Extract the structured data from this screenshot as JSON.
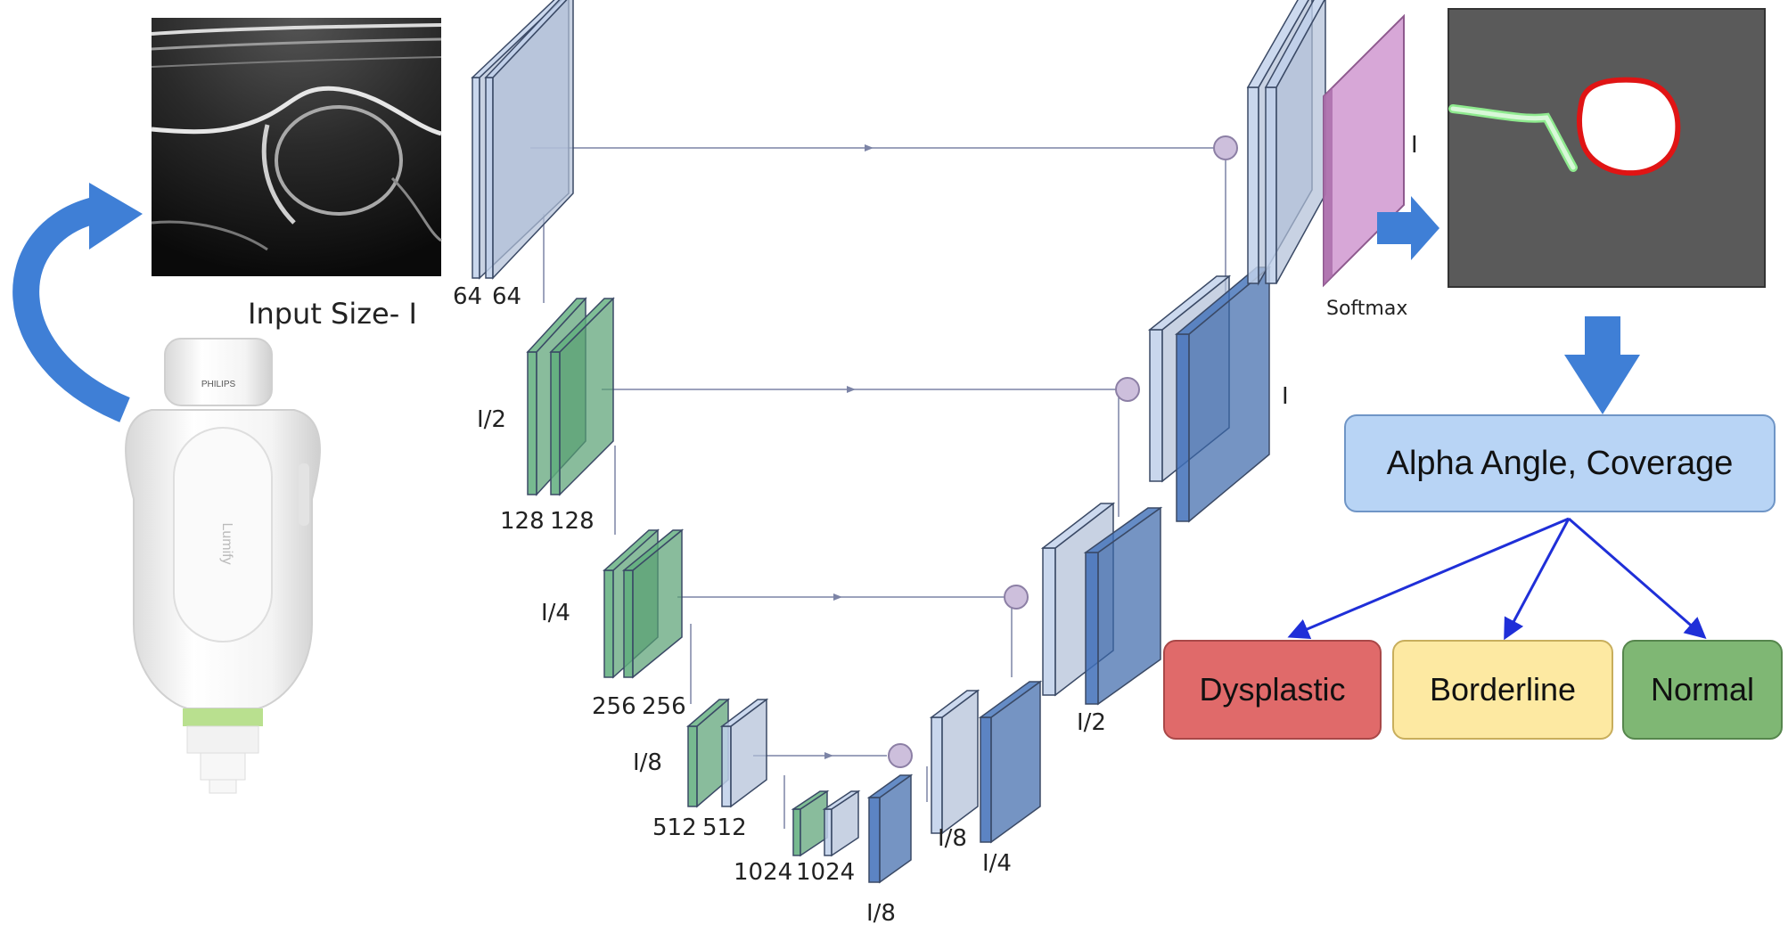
{
  "labels": {
    "input_size": "Input Size- I",
    "softmax": "Softmax",
    "enc1_ch_a": "64",
    "enc1_ch_b": "64",
    "enc2_scale": "I/2",
    "enc2_ch_a": "128",
    "enc2_ch_b": "128",
    "enc3_scale": "I/4",
    "enc3_ch_a": "256",
    "enc3_ch_b": "256",
    "enc4_scale": "I/8",
    "enc4_ch_a": "512",
    "enc4_ch_b": "512",
    "bott_ch_a": "1024",
    "bott_ch_b": "1024",
    "bott_scale": "I/8",
    "dec4_scale": "I/8",
    "dec3_scale": "I/4",
    "dec2_scale": "I/2",
    "dec1_scale": "I",
    "out_scale": "I",
    "probe_brand": "PHILIPS",
    "probe_model": "Lumify"
  },
  "boxes": {
    "metrics": "Alpha Angle, Coverage",
    "dysplastic": "Dysplastic",
    "borderline": "Borderline",
    "normal": "Normal"
  },
  "colors": {
    "feature_blue": "#bfd0ea",
    "feature_green": "#5fae7c",
    "feature_dark_blue": "#3f6fb8",
    "softmax_purple": "#c98ac9",
    "arrow_blue": "#3f7fd6",
    "link_blue": "#1f2fd8"
  }
}
